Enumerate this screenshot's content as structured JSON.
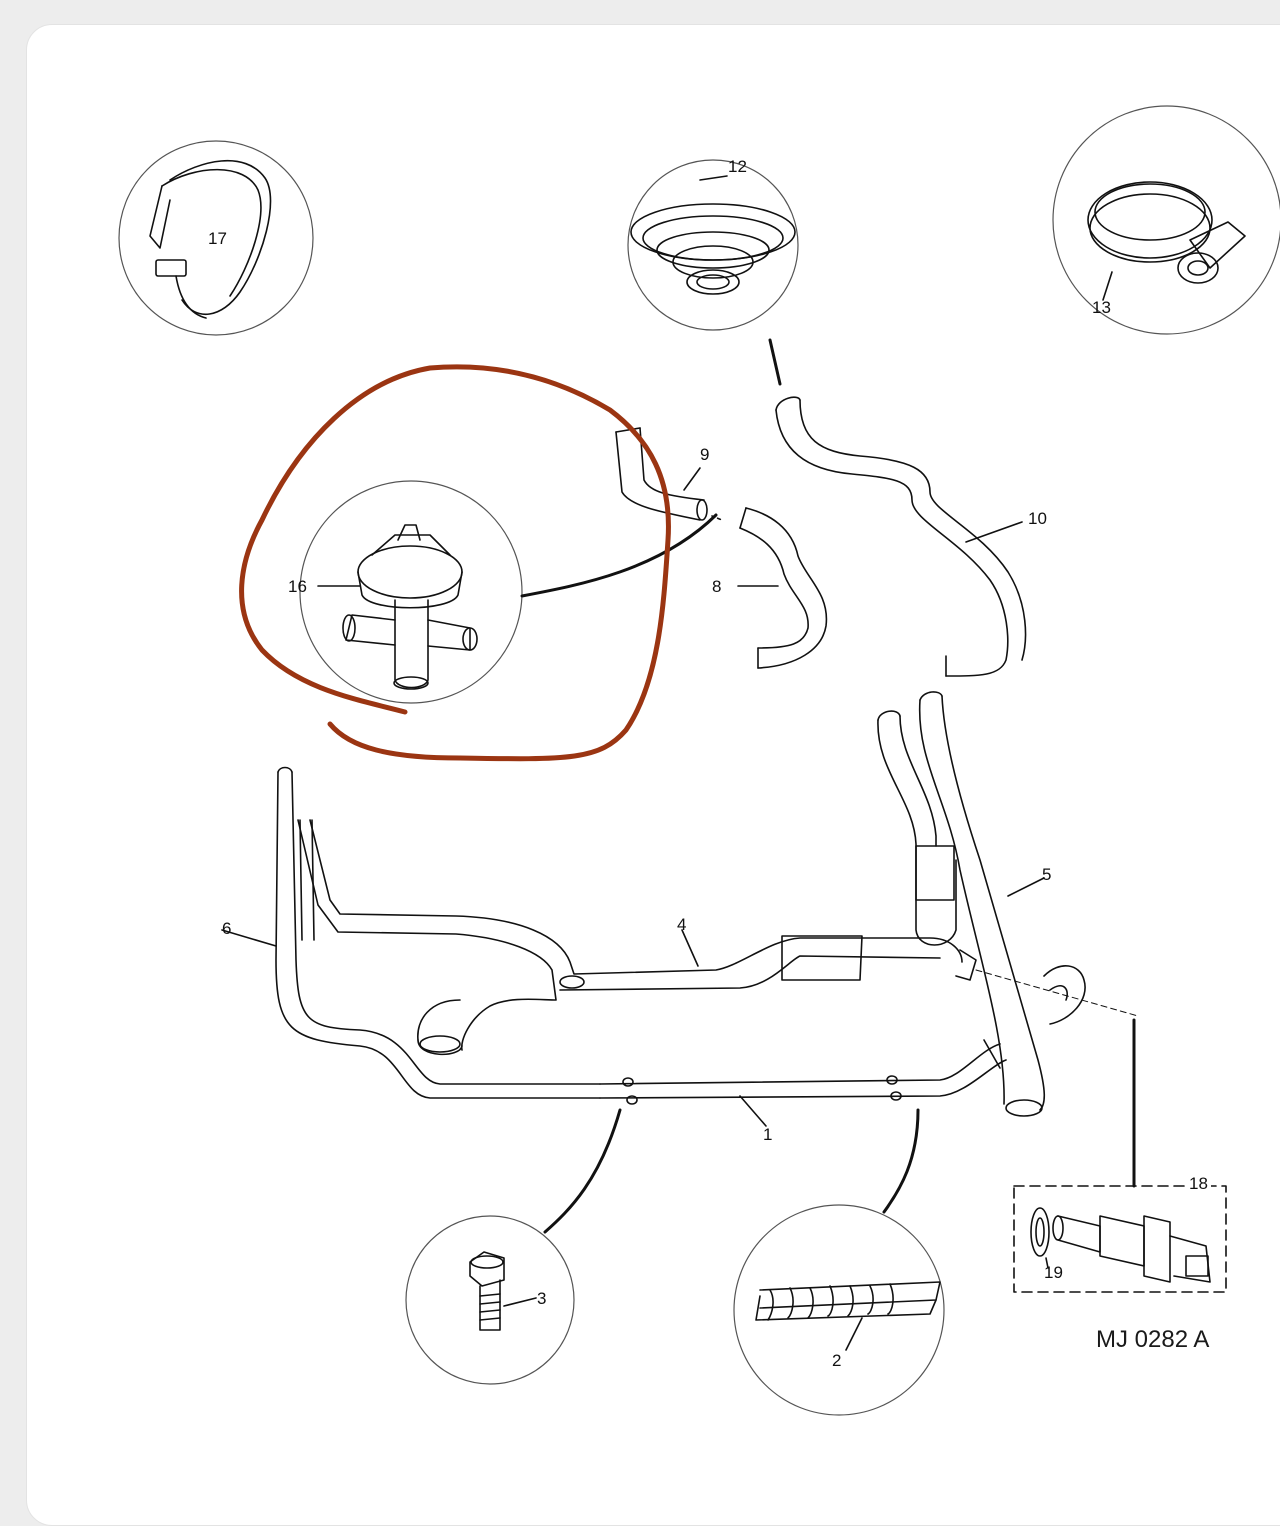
{
  "diagram": {
    "reference": "MJ 0282 A",
    "highlight_color": "#9b3512",
    "line_color": "#111111",
    "callouts": [
      {
        "id": "17",
        "text": "17"
      },
      {
        "id": "12",
        "text": "12"
      },
      {
        "id": "13",
        "text": "13"
      },
      {
        "id": "9",
        "text": "9"
      },
      {
        "id": "10",
        "text": "10"
      },
      {
        "id": "16",
        "text": "16"
      },
      {
        "id": "8",
        "text": "8"
      },
      {
        "id": "5",
        "text": "5"
      },
      {
        "id": "6",
        "text": "6"
      },
      {
        "id": "4",
        "text": "4"
      },
      {
        "id": "1",
        "text": "1"
      },
      {
        "id": "18",
        "text": "18"
      },
      {
        "id": "19",
        "text": "19"
      },
      {
        "id": "3",
        "text": "3"
      },
      {
        "id": "2",
        "text": "2"
      }
    ]
  }
}
